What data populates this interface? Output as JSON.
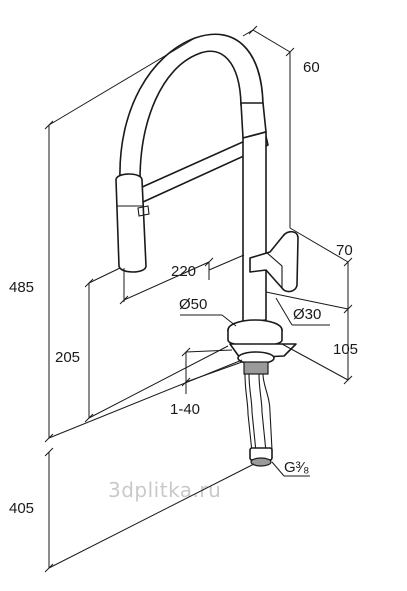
{
  "drawing": {
    "dimensions": {
      "d60": "60",
      "d485": "485",
      "d220": "220",
      "d50": "Ø50",
      "d70": "70",
      "d30": "Ø30",
      "d205": "205",
      "d105": "105",
      "d1_40": "1-40",
      "d405": "405",
      "thread": "G³⁄₈"
    },
    "watermark": "3dplitka.ru"
  }
}
